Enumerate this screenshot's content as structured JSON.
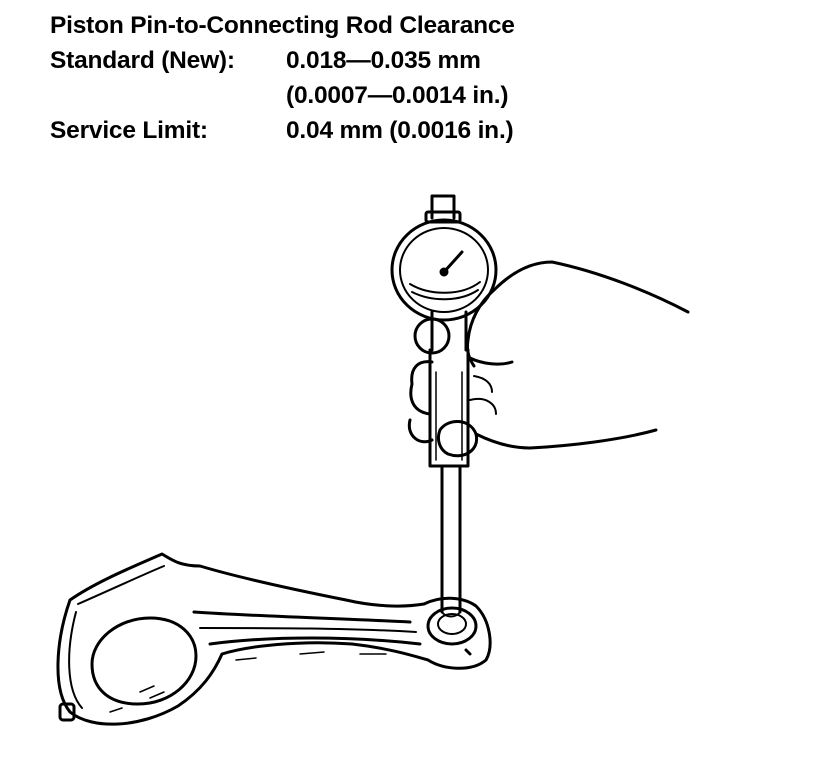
{
  "spec": {
    "title": "Piston Pin-to-Connecting Rod Clearance",
    "standard_label": "Standard (New):",
    "standard_value_mm": "0.018—0.035 mm",
    "standard_value_in": "(0.0007—0.0014 in.)",
    "service_label": "Service Limit:",
    "service_value": "0.04 mm (0.0016 in.)"
  },
  "illustration": {
    "ink_color": "#000000",
    "paper_color": "#ffffff"
  }
}
